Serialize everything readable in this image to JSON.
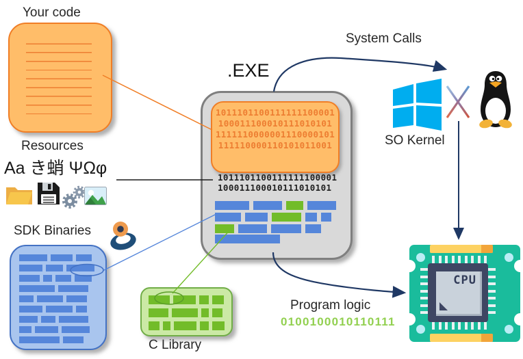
{
  "labels": {
    "your_code": "Your code",
    "resources": "Resources",
    "sdk_binaries": "SDK Binaries",
    "c_library": "C Library",
    "exe": ".EXE",
    "system_calls": "System Calls",
    "so_kernel": "SO Kernel",
    "program_logic": "Program logic"
  },
  "resources": {
    "sample_text": "Aa き蛸 ΨΩφ",
    "icons": [
      "folder-icon",
      "floppy-disk-icon",
      "gears-icon",
      "image-icon"
    ]
  },
  "sdk": {
    "icon": "ring-3d-icon"
  },
  "exe": {
    "header_binary": [
      "1011101100111111100001",
      "100011100010111010101",
      "1111110000001110000101",
      "111110000110101011001"
    ],
    "body_binary": [
      "1011101100111111100001",
      "100011100010111010101"
    ]
  },
  "kernel": {
    "os_icons": [
      "windows-logo",
      "incompatibility-x",
      "linux-tux"
    ]
  },
  "cpu": {
    "chip_label": "CPU"
  },
  "program_logic": {
    "binary": "0100100010110111"
  },
  "colors": {
    "orange_fill": "#FFBD69",
    "orange_border": "#ED7D31",
    "gray_fill": "#D9D9D9",
    "gray_border": "#7F7F7F",
    "blue_fill": "#A9C5EE",
    "blue_border": "#4472C4",
    "blue_brick": "#5586DA",
    "green_fill": "#CBE9A5",
    "green_brick": "#72BC29",
    "navy_arrow": "#1F3864",
    "windows_blue": "#00ADEF",
    "cpu_teal": "#1ABC9C",
    "logic_binary_green": "#92D050"
  }
}
